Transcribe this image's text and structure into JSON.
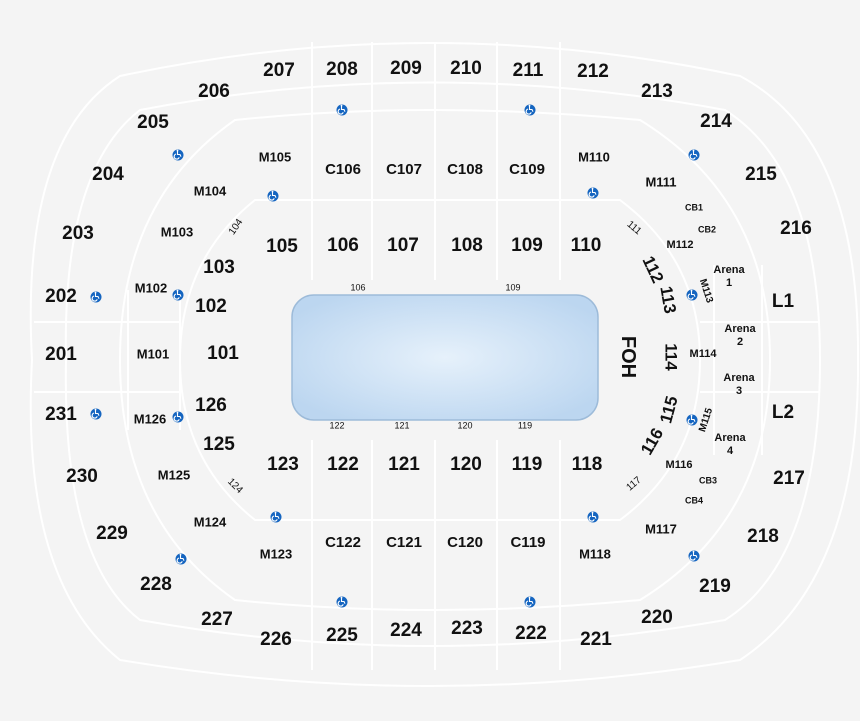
{
  "map": {
    "rink": {
      "label": "FOH",
      "ice_color": "#c6def5",
      "border_color": "#9dbbd9"
    },
    "accessibility": {
      "icon": "wheelchair-icon",
      "color": "#1565c0"
    },
    "upper_level": [
      "201",
      "202",
      "203",
      "204",
      "205",
      "206",
      "207",
      "208",
      "209",
      "210",
      "211",
      "212",
      "213",
      "214",
      "215",
      "216",
      "217",
      "218",
      "219",
      "220",
      "221",
      "222",
      "223",
      "224",
      "225",
      "226",
      "227",
      "228",
      "229",
      "230",
      "231"
    ],
    "lower_level": [
      "101",
      "102",
      "103",
      "104",
      "105",
      "106",
      "107",
      "108",
      "109",
      "110",
      "111",
      "112",
      "113",
      "114",
      "115",
      "116",
      "117",
      "118",
      "119",
      "120",
      "121",
      "122",
      "123",
      "124",
      "125",
      "126"
    ],
    "mezzanine": [
      "M101",
      "M102",
      "M103",
      "M104",
      "M105",
      "M110",
      "M111",
      "M112",
      "M113",
      "M114",
      "M115",
      "M116",
      "M117",
      "M118",
      "M123",
      "M124",
      "M125",
      "M126"
    ],
    "club_sections": [
      "C106",
      "C107",
      "C108",
      "C109",
      "C119",
      "C120",
      "C121",
      "C122"
    ],
    "suites": [
      "CB1",
      "CB2",
      "CB3",
      "CB4"
    ],
    "arenas": [
      "Arena 1",
      "Arena 2",
      "Arena 3",
      "Arena 4"
    ],
    "loges": [
      "L1",
      "L2"
    ],
    "rink_side_labels": [
      "106",
      "109",
      "122",
      "121",
      "120",
      "119"
    ]
  }
}
